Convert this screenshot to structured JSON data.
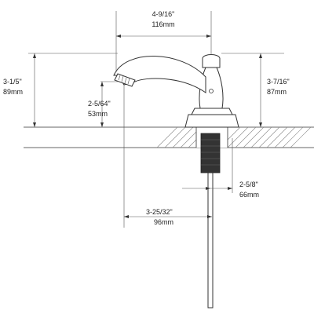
{
  "dimensions": {
    "top_width": {
      "imperial": "4-9/16\"",
      "metric": "116mm"
    },
    "spout_height": {
      "imperial": "3-1/5\"",
      "metric": "89mm"
    },
    "handle_height": {
      "imperial": "3-7/16\"",
      "metric": "87mm"
    },
    "outlet_height": {
      "imperial": "2-5/64\"",
      "metric": "53mm"
    },
    "shank_reach": {
      "imperial": "2-5/8\"",
      "metric": "66mm"
    },
    "spout_reach": {
      "imperial": "3-25/32\"",
      "metric": "96mm"
    }
  },
  "colors": {
    "line": "#333333",
    "hatch": "#888888",
    "shank": "#333333"
  }
}
